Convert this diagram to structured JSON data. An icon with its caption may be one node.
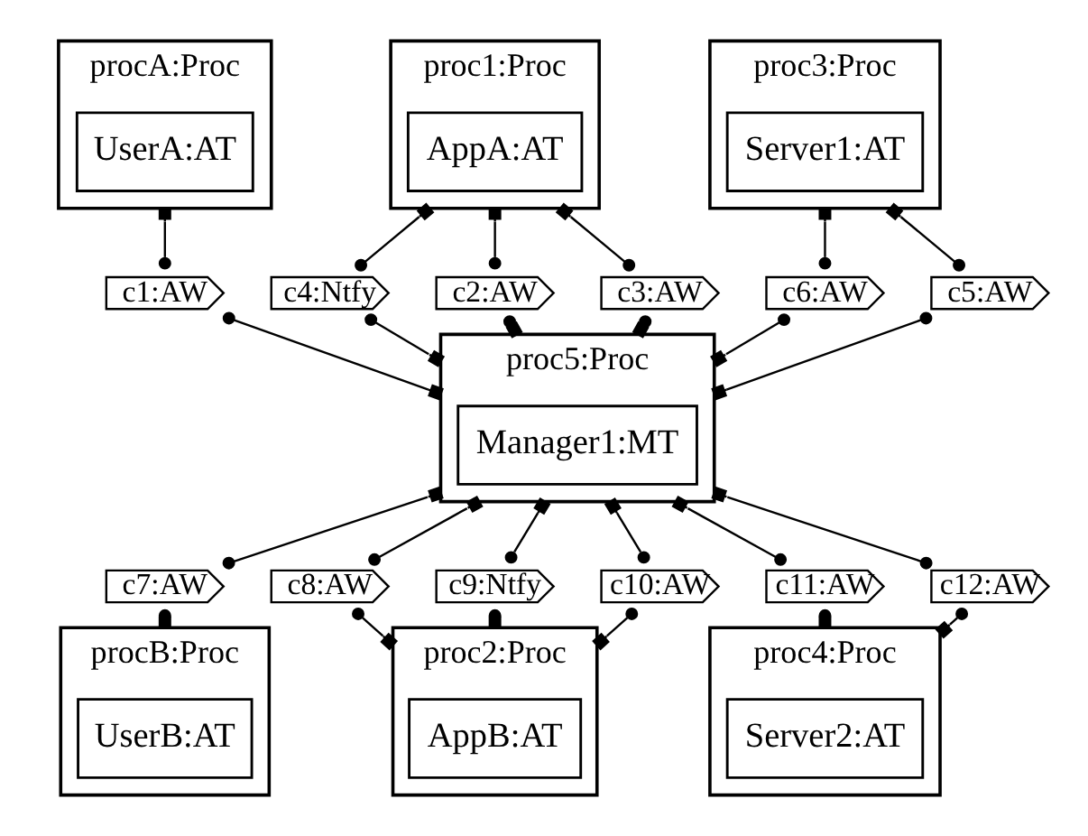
{
  "diagram": {
    "nodes": [
      {
        "text": [
          "procA:Proc"
        ]
      },
      {
        "text": [
          "UserA:AT"
        ],
        "in": 0
      },
      {
        "text": [
          "proc1:Proc"
        ]
      },
      {
        "text": [
          "AppA:AT"
        ],
        "in": 2
      },
      {
        "text": [
          "proc3:Proc"
        ]
      },
      {
        "text": [
          "Server1:AT"
        ],
        "in": 4
      },
      {
        "text": [
          "c4:Ntfy"
        ]
      },
      {
        "text": [
          "c2:AW"
        ]
      },
      {
        "text": [
          "c3:AW"
        ]
      },
      {
        "text": [
          "c6:AW"
        ]
      },
      {
        "text": [
          "c5:AW"
        ]
      },
      {
        "text": [
          "c1:AW"
        ]
      },
      {
        "text": [
          "proc5:Proc"
        ]
      },
      {
        "text": [
          "Manager1:MT"
        ],
        "in": 12
      },
      {
        "text": [
          "c7:AW"
        ]
      },
      {
        "text": [
          "c8:AW"
        ]
      },
      {
        "text": [
          "c9:Ntfy"
        ]
      },
      {
        "text": [
          "c10:AW"
        ]
      },
      {
        "text": [
          "c11:AW"
        ]
      },
      {
        "text": [
          "c12:AW"
        ]
      },
      {
        "text": [
          "procB:Proc"
        ]
      },
      {
        "text": [
          "UserB:AT"
        ],
        "in": 20
      },
      {
        "text": [
          "proc2:Proc"
        ]
      },
      {
        "text": [
          "AppB:AT"
        ],
        "in": 22
      },
      {
        "text": [
          "proc4:Proc"
        ]
      },
      {
        "text": [
          "Server2:AT"
        ],
        "in": 24
      }
    ],
    "edges": [
      {
        "from": 11,
        "to": 0,
        "arrow": "other"
      },
      {
        "from": 11,
        "to": 12,
        "arrow": "other"
      },
      {
        "from": 6,
        "to": 12,
        "arrow": "other"
      },
      {
        "from": 6,
        "to": 2,
        "arrow": "other"
      },
      {
        "from": 7,
        "to": 12,
        "arrow": "other"
      },
      {
        "from": 7,
        "to": 2,
        "arrow": "other"
      },
      {
        "from": 8,
        "to": 12,
        "arrow": "other"
      },
      {
        "from": 8,
        "to": 2,
        "arrow": "other"
      },
      {
        "from": 9,
        "to": 12,
        "arrow": "other"
      },
      {
        "from": 9,
        "to": 4,
        "arrow": "other"
      },
      {
        "from": 10,
        "to": 12,
        "arrow": "other"
      },
      {
        "from": 10,
        "to": 4,
        "arrow": "other"
      },
      {
        "from": 14,
        "to": 20,
        "arrow": "other"
      },
      {
        "from": 14,
        "to": 12,
        "arrow": "other"
      },
      {
        "from": 15,
        "to": 22,
        "arrow": "other"
      },
      {
        "from": 15,
        "to": 12,
        "arrow": "other"
      },
      {
        "from": 16,
        "to": 22,
        "arrow": "other"
      },
      {
        "from": 16,
        "to": 12,
        "arrow": "other"
      },
      {
        "from": 17,
        "to": 12,
        "arrow": "other"
      },
      {
        "from": 17,
        "to": 22,
        "arrow": "other"
      },
      {
        "from": 18,
        "to": 12,
        "arrow": "other"
      },
      {
        "from": 18,
        "to": 24,
        "arrow": "other"
      },
      {
        "from": 19,
        "to": 12,
        "arrow": "other"
      },
      {
        "from": 19,
        "to": 24,
        "arrow": "other"
      }
    ]
  }
}
